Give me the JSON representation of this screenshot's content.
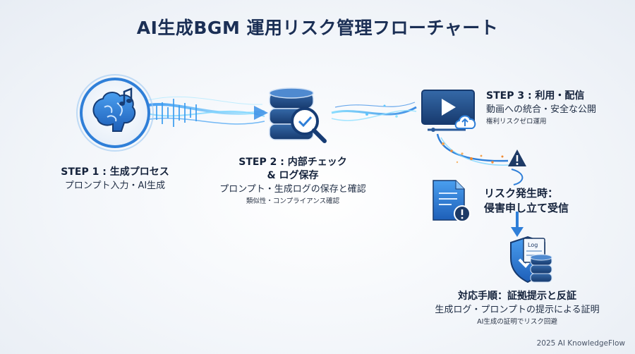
{
  "title": "AI生成BGM 運用リスク管理フローチャート",
  "step1": {
    "heading": "STEP 1 : 生成プロセス",
    "sub": "プロンプト入力・AI生成"
  },
  "step2": {
    "heading_line1": "STEP 2 : 内部チェック",
    "heading_line2": "& ログ保存",
    "sub": "プロンプト・生成ログの保存と確認",
    "note": "類似性・コンプライアンス確認"
  },
  "step3": {
    "heading": "STEP 3 : 利用・配信",
    "sub": "動画への統合・安全な公開",
    "note": "権利リスクゼロ運用"
  },
  "risk": {
    "heading_line1": "リスク発生時：",
    "heading_line2": "侵害申し立て受信"
  },
  "response": {
    "heading": "対応手順：証拠提示と反証",
    "sub": "生成ログ・プロンプトの提示による証明",
    "note": "AI生成の証明でリスク回避"
  },
  "footer": "2025 AI KnowledgeFlow",
  "icons": [
    "brain-music-icon",
    "database-search-icon",
    "video-upload-icon",
    "warning-icon",
    "document-alert-icon",
    "shield-check-icon",
    "log-database-icon"
  ],
  "colors": {
    "title": "#1b2f55",
    "accent": "#2f7fd8",
    "glow": "#58c8ff",
    "warning": "#1d3a66"
  }
}
